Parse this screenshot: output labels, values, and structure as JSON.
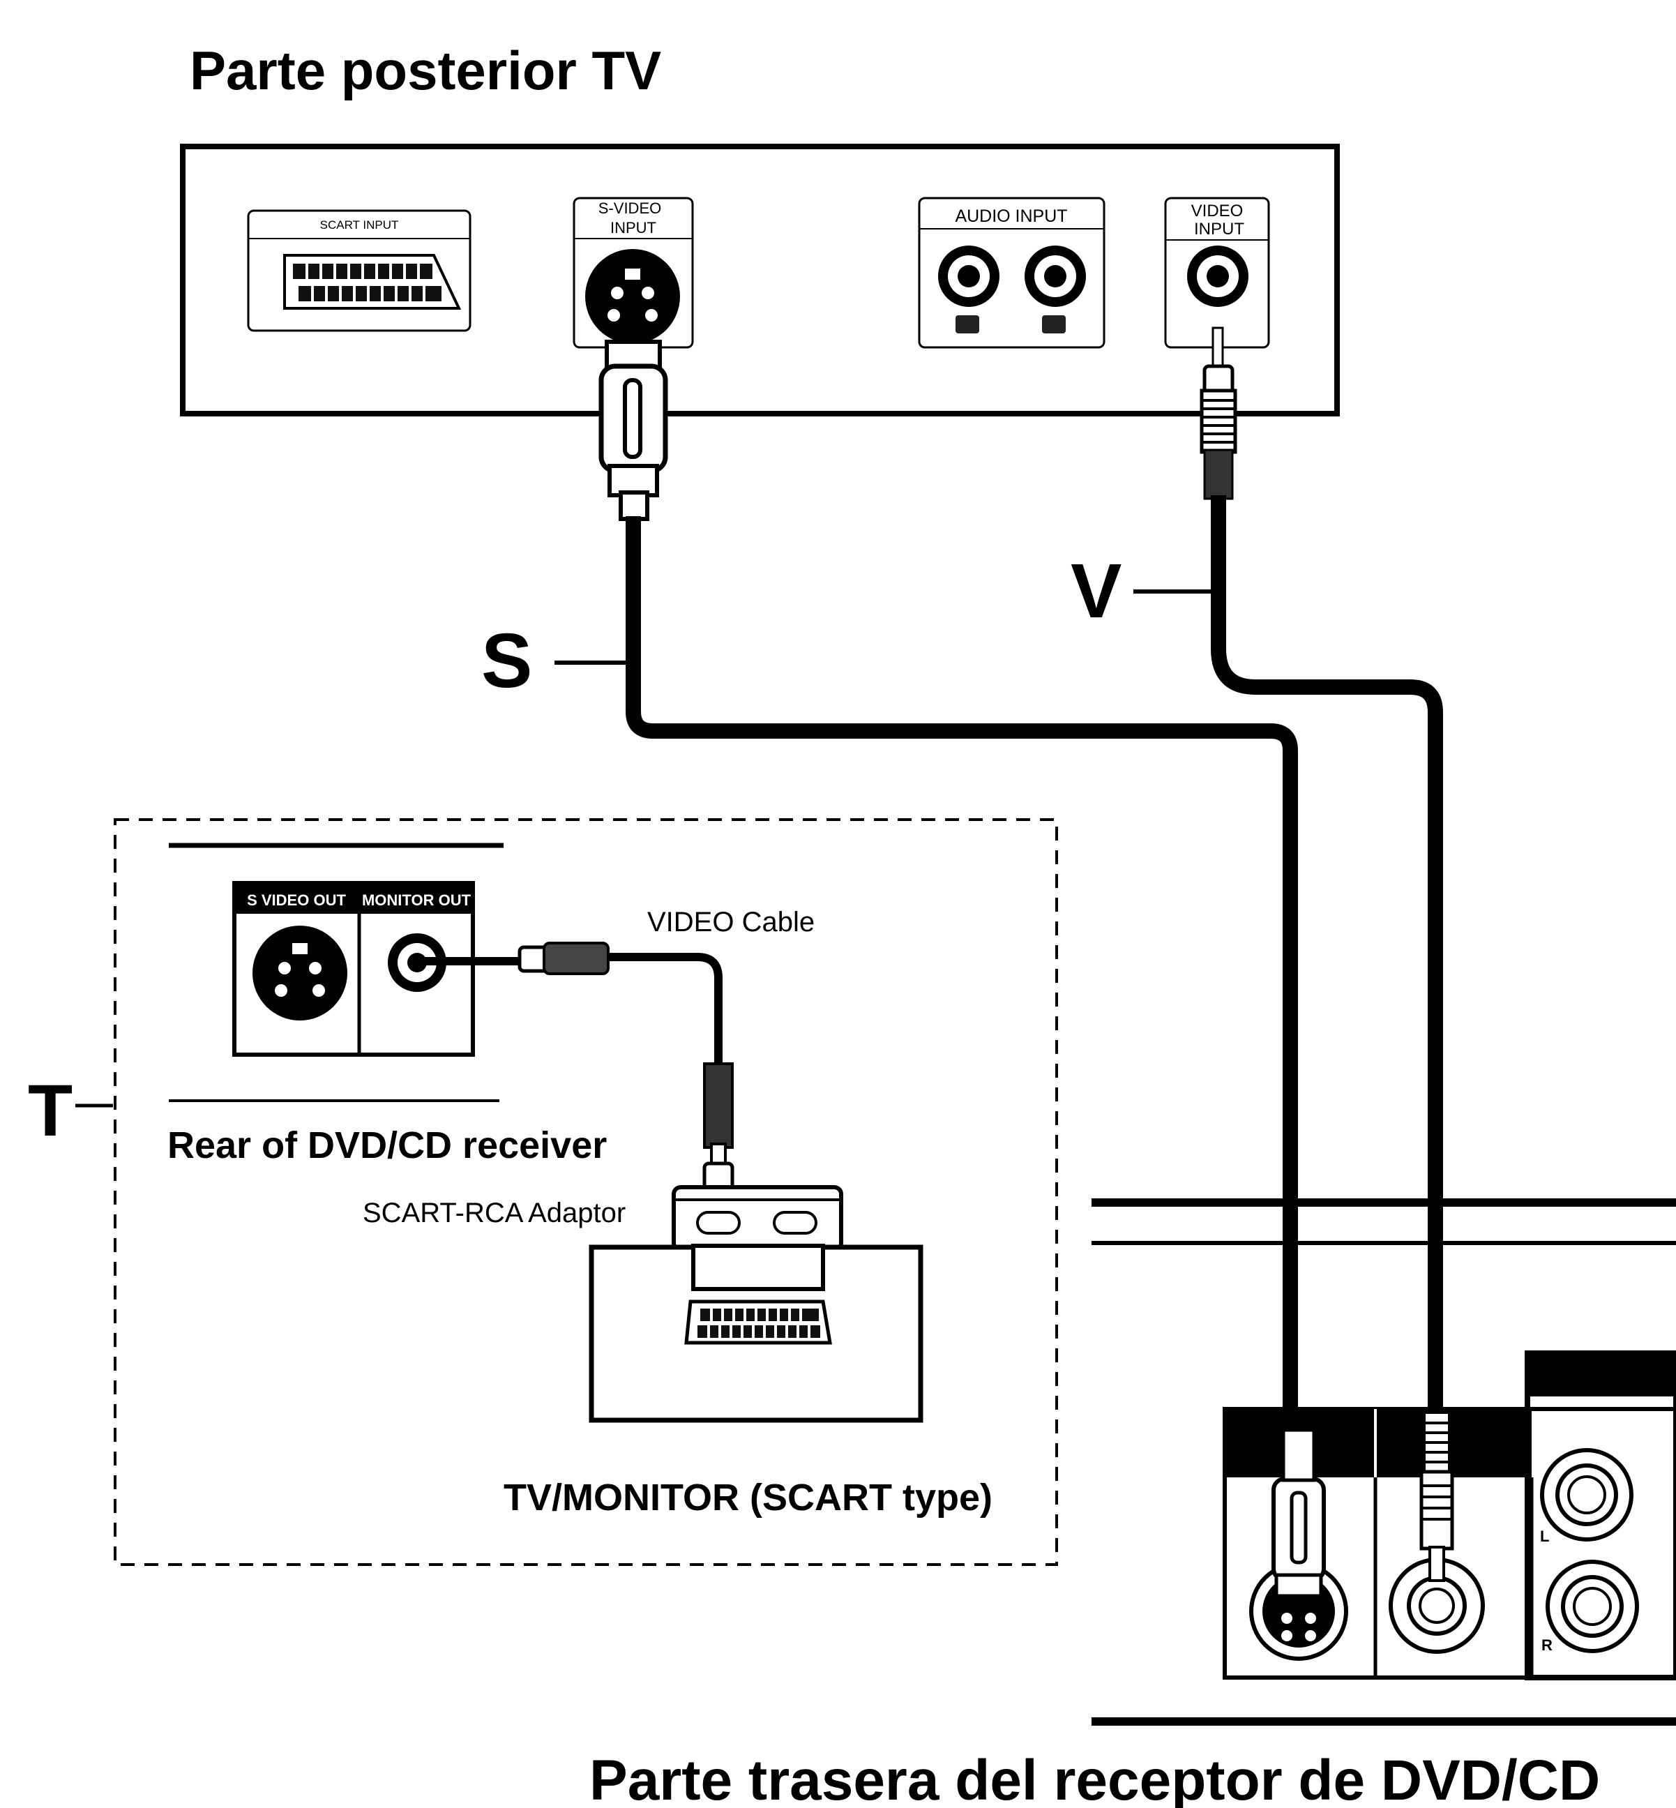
{
  "titles": {
    "top": "Parte posterior TV",
    "bottom": "Parte trasera del receptor de DVD/CD"
  },
  "tv_panel": {
    "scart_label": "SCART INPUT",
    "svideo_label_line1": "S-VIDEO",
    "svideo_label_line2": "INPUT",
    "audio_label": "AUDIO INPUT",
    "video_label_line1": "VIDEO",
    "video_label_line2": "INPUT"
  },
  "callouts": {
    "s": "S",
    "v": "V",
    "t": "T"
  },
  "inset": {
    "svideo_out": "S VIDEO OUT",
    "monitor_out": "MONITOR OUT",
    "video_cable": "VIDEO Cable",
    "rear_receiver": "Rear of  DVD/CD receiver",
    "adaptor": "SCART-RCA Adaptor",
    "tv_monitor": "TV/MONITOR (SCART type)"
  },
  "receiver": {
    "jack_l": "L",
    "jack_r": "R"
  }
}
